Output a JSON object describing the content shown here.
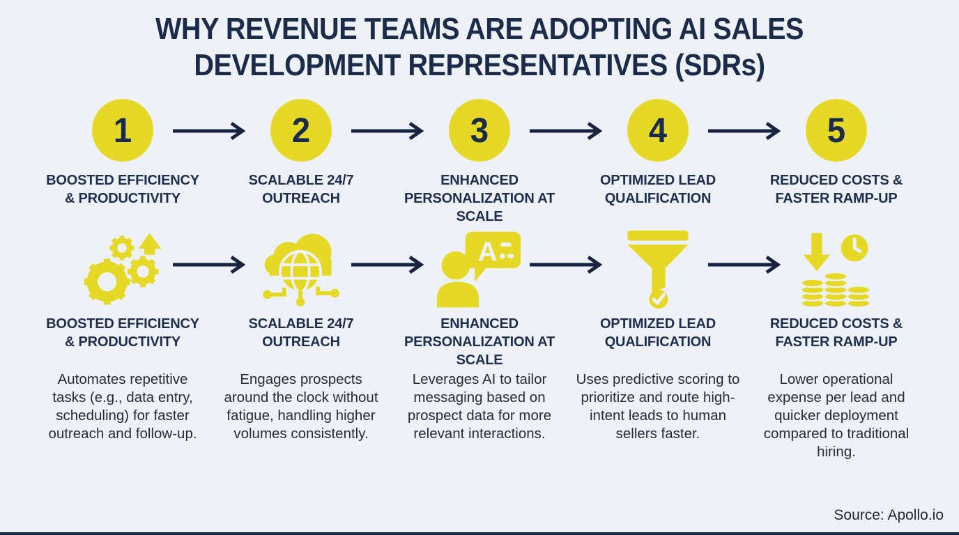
{
  "title": "WHY REVENUE TEAMS ARE ADOPTING AI SALES DEVELOPMENT REPRESENTATIVES (SDRs)",
  "footer": {
    "source": "Source: Apollo.io"
  },
  "colors": {
    "background": "#eef1f6",
    "navy": "#1b2b4a",
    "yellow": "#e5d826",
    "arrow": "#16243f",
    "body_text": "#262d36"
  },
  "steps": [
    {
      "number": "1",
      "label": "BOOSTED EFFICIENCY & PRODUCTIVITY",
      "icon": "gears-growth-icon",
      "description": "Automates repetitive tasks (e.g., data entry, scheduling) for faster outreach and follow-up."
    },
    {
      "number": "2",
      "label": "SCALABLE 24/7 OUTREACH",
      "icon": "cloud-network-globe-icon",
      "description": "Engages prospects around the clock without fatigue, handling higher volumes consistently."
    },
    {
      "number": "3",
      "label": "ENHANCED PERSONALIZATION AT SCALE",
      "icon": "person-chat-ai-icon",
      "description": "Leverages AI to tailor messaging based on prospect data for more relevant interactions."
    },
    {
      "number": "4",
      "label": "OPTIMIZED LEAD QUALIFICATION",
      "icon": "funnel-check-icon",
      "description": "Uses predictive scoring to prioritize and route high-intent leads to human sellers faster."
    },
    {
      "number": "5",
      "label": "REDUCED COSTS & FASTER RAMP-UP",
      "icon": "coins-clock-down-arrow-icon",
      "description": "Lower operational expense per lead and quicker deployment compared to traditional hiring."
    }
  ]
}
